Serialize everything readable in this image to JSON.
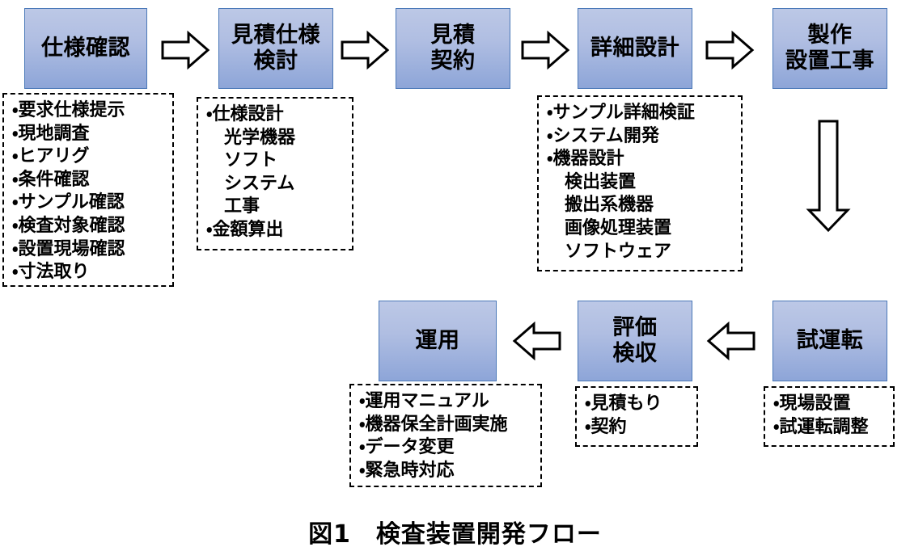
{
  "figure": {
    "caption": "図1　検査装置開発フロー",
    "colors": {
      "box_fill_top": "#bcc8e6",
      "box_fill_bottom": "#8da5d8",
      "box_border": "#4a78b8",
      "arrow_stroke": "#000000",
      "arrow_fill": "#ffffff",
      "text": "#000000",
      "background": "#ffffff"
    }
  },
  "steps": [
    {
      "id": "spec-confirmation",
      "title": "仕様確認",
      "details": [
        "・要求仕様提示",
        "・現地調査",
        "・ヒアリグ",
        "・条件確認",
        "・サンプル確認",
        "・検査対象確認",
        "・設置現場確認",
        "・寸法取り"
      ]
    },
    {
      "id": "estimate-spec-study",
      "title": "見積仕様\n検討",
      "details": [
        "・仕様設計",
        "　光学機器",
        "　ソフト",
        "　システム",
        "　工事",
        "・金額算出"
      ]
    },
    {
      "id": "estimate-contract",
      "title": "見積\n契約",
      "details": []
    },
    {
      "id": "detailed-design",
      "title": "詳細設計",
      "details": [
        "・サンプル詳細検証",
        "・システム開発",
        "・機器設計",
        "　検出装置",
        "　搬出系機器",
        "　画像処理装置",
        "　ソフトウェア"
      ]
    },
    {
      "id": "manufacture-installation",
      "title": "製作\n設置工事",
      "details": []
    },
    {
      "id": "test-run",
      "title": "試運転",
      "details": [
        "・現場設置",
        "・試運転調整"
      ]
    },
    {
      "id": "evaluation-acceptance",
      "title": "評価\n検収",
      "details": [
        "・見積もり",
        "・契約"
      ]
    },
    {
      "id": "operation",
      "title": "運用",
      "details": [
        "・運用マニュアル",
        "・機器保全計画実施",
        "・データ変更",
        "・緊急時対応"
      ]
    }
  ],
  "connectors": [
    {
      "id": "spec-to-estimate-spec",
      "direction": "right"
    },
    {
      "id": "estimate-spec-to-contract",
      "direction": "right"
    },
    {
      "id": "contract-to-detailed-design",
      "direction": "right"
    },
    {
      "id": "detailed-design-to-manufacture",
      "direction": "right"
    },
    {
      "id": "manufacture-to-test-run",
      "direction": "down"
    },
    {
      "id": "test-run-to-evaluation",
      "direction": "left"
    },
    {
      "id": "evaluation-to-operation",
      "direction": "left"
    }
  ]
}
